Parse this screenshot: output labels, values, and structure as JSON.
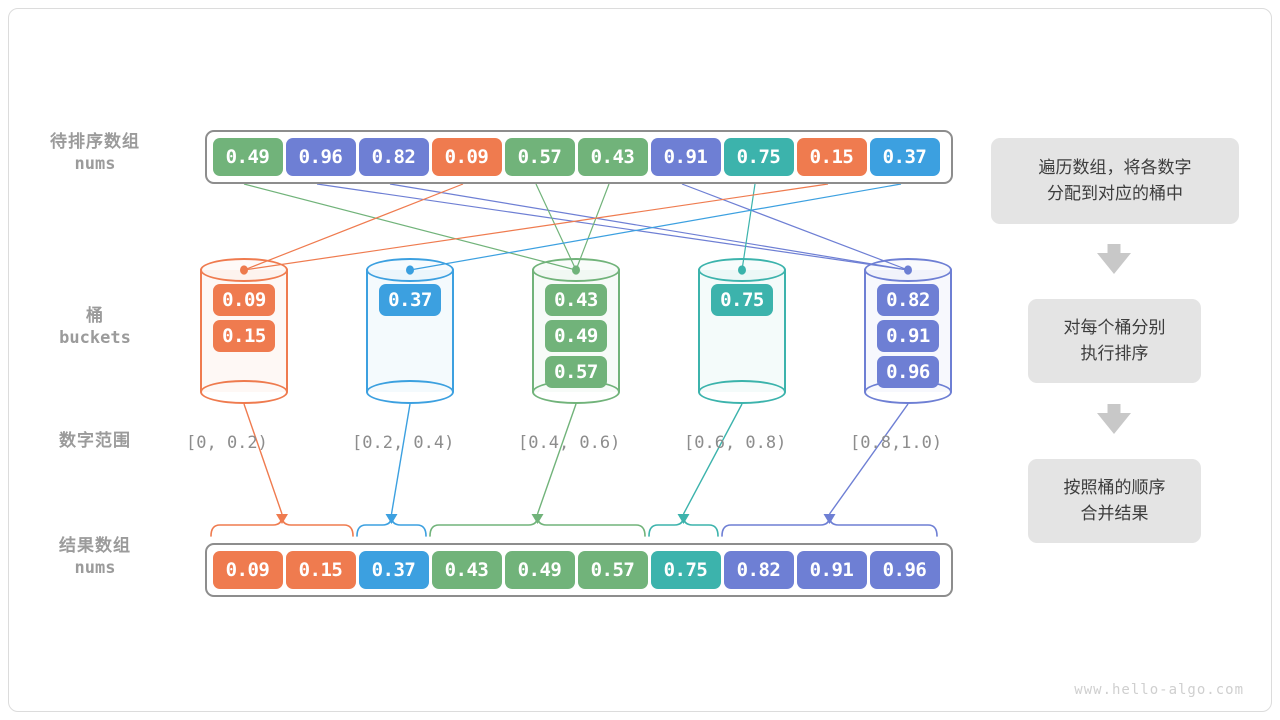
{
  "diagram": {
    "title": "bucket-sort-overview",
    "watermark": "www.hello-algo.com"
  },
  "palette": {
    "orange": "#ef7b4f",
    "blue": "#3ca0e0",
    "green": "#71b37a",
    "teal": "#3cb3ac",
    "purple": "#6e7fd4",
    "gray_border": "#8d8d8d",
    "gray_text": "#9b9b9b",
    "note_bg": "#e4e4e4",
    "note_text": "#3d3d3d",
    "arrow_gray": "#c8c8c8"
  },
  "labels": {
    "input_array": {
      "cn": "待排序数组",
      "en": "nums"
    },
    "buckets": {
      "cn": "桶",
      "en": "buckets"
    },
    "number_range": {
      "cn": "数字范围",
      "en": ""
    },
    "result_array": {
      "cn": "结果数组",
      "en": "nums"
    }
  },
  "input_array": {
    "values": [
      "0.49",
      "0.96",
      "0.82",
      "0.09",
      "0.57",
      "0.43",
      "0.91",
      "0.75",
      "0.15",
      "0.37"
    ],
    "colors": [
      "green",
      "purple",
      "purple",
      "orange",
      "green",
      "green",
      "purple",
      "teal",
      "orange",
      "blue"
    ]
  },
  "buckets": [
    {
      "range": "[0, 0.2)",
      "color": "orange",
      "items": [
        "0.09",
        "0.15"
      ]
    },
    {
      "range": "[0.2, 0.4)",
      "color": "blue",
      "items": [
        "0.37"
      ]
    },
    {
      "range": "[0.4, 0.6)",
      "color": "green",
      "items": [
        "0.43",
        "0.49",
        "0.57"
      ]
    },
    {
      "range": "[0.6, 0.8)",
      "color": "teal",
      "items": [
        "0.75"
      ]
    },
    {
      "range": "[0.8,1.0)",
      "color": "purple",
      "items": [
        "0.82",
        "0.91",
        "0.96"
      ]
    }
  ],
  "result_array": {
    "values": [
      "0.09",
      "0.15",
      "0.37",
      "0.43",
      "0.49",
      "0.57",
      "0.75",
      "0.82",
      "0.91",
      "0.96"
    ],
    "colors": [
      "orange",
      "orange",
      "blue",
      "green",
      "green",
      "green",
      "teal",
      "purple",
      "purple",
      "purple"
    ]
  },
  "notes": [
    {
      "lines": [
        "遍历数组，将各数字",
        "分配到对应的桶中"
      ]
    },
    {
      "lines": [
        "对每个桶分别",
        "执行排序"
      ]
    },
    {
      "lines": [
        "按照桶的顺序",
        "合并结果"
      ]
    }
  ],
  "note_arrows": [
    "arrow-down-icon",
    "arrow-down-icon"
  ]
}
